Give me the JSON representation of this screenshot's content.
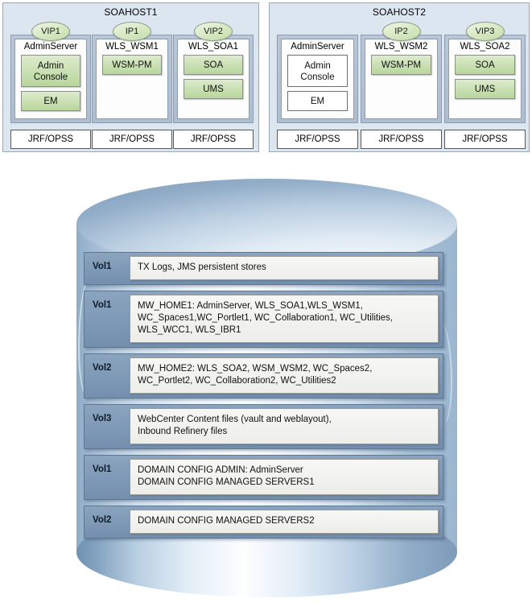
{
  "hosts": [
    {
      "title": "SOAHOST1",
      "columns": [
        {
          "badge": "VIP1",
          "has_badge": true,
          "server_name": "AdminServer",
          "components": [
            {
              "label_line1": "Admin",
              "label_line2": "Console",
              "style": "green"
            },
            {
              "label_line1": "EM",
              "label_line2": "",
              "style": "green"
            }
          ],
          "footer": "JRF/OPSS"
        },
        {
          "badge": "IP1",
          "has_badge": true,
          "server_name": "WLS_WSM1",
          "components": [
            {
              "label_line1": "WSM-PM",
              "label_line2": "",
              "style": "green"
            }
          ],
          "footer": "JRF/OPSS"
        },
        {
          "badge": "VIP2",
          "has_badge": true,
          "server_name": "WLS_SOA1",
          "components": [
            {
              "label_line1": "SOA",
              "label_line2": "",
              "style": "green"
            },
            {
              "label_line1": "UMS",
              "label_line2": "",
              "style": "green"
            }
          ],
          "footer": "JRF/OPSS"
        }
      ]
    },
    {
      "title": "SOAHOST2",
      "columns": [
        {
          "badge": "",
          "has_badge": false,
          "server_name": "AdminServer",
          "components": [
            {
              "label_line1": "Admin",
              "label_line2": "Console",
              "style": "plain"
            },
            {
              "label_line1": "EM",
              "label_line2": "",
              "style": "plain"
            }
          ],
          "footer": "JRF/OPSS"
        },
        {
          "badge": "IP2",
          "has_badge": true,
          "server_name": "WLS_WSM2",
          "components": [
            {
              "label_line1": "WSM-PM",
              "label_line2": "",
              "style": "green"
            }
          ],
          "footer": "JRF/OPSS"
        },
        {
          "badge": "VIP3",
          "has_badge": true,
          "server_name": "WLS_SOA2",
          "components": [
            {
              "label_line1": "SOA",
              "label_line2": "",
              "style": "green"
            },
            {
              "label_line1": "UMS",
              "label_line2": "",
              "style": "green"
            }
          ],
          "footer": "JRF/OPSS"
        }
      ]
    }
  ],
  "storage": {
    "volumes": [
      {
        "label": "Vol1",
        "lines": [
          "TX Logs, JMS persistent stores"
        ]
      },
      {
        "label": "Vol1",
        "lines": [
          "MW_HOME1: AdminServer, WLS_SOA1,WLS_WSM1,",
          "WC_Spaces1,WC_Portlet1, WC_Collaboration1, WC_Utilities,",
          "WLS_WCC1, WLS_IBR1"
        ]
      },
      {
        "label": "Vol2",
        "lines": [
          "MW_HOME2: WLS_SOA2, WSM_WSM2, WC_Spaces2,",
          "WC_Portlet2, WC_Collaboration2, WC_Utilities2"
        ]
      },
      {
        "label": "Vol3",
        "lines": [
          "WebCenter Content files (vault and weblayout),",
          "Inbound Refinery files"
        ]
      },
      {
        "label": "Vol1",
        "lines": [
          "DOMAIN CONFIG ADMIN: AdminServer",
          "DOMAIN CONFIG MANAGED SERVERS1"
        ]
      },
      {
        "label": "Vol2",
        "lines": [
          "DOMAIN CONFIG MANAGED SERVERS2"
        ]
      }
    ]
  },
  "colors": {
    "host_panel_bg": "#dce6f1",
    "component_green": "#b9d69c",
    "badge_green": "#d6e8c2",
    "volume_band": "#7e99b6",
    "volume_text_bg": "#f2f2f0"
  }
}
